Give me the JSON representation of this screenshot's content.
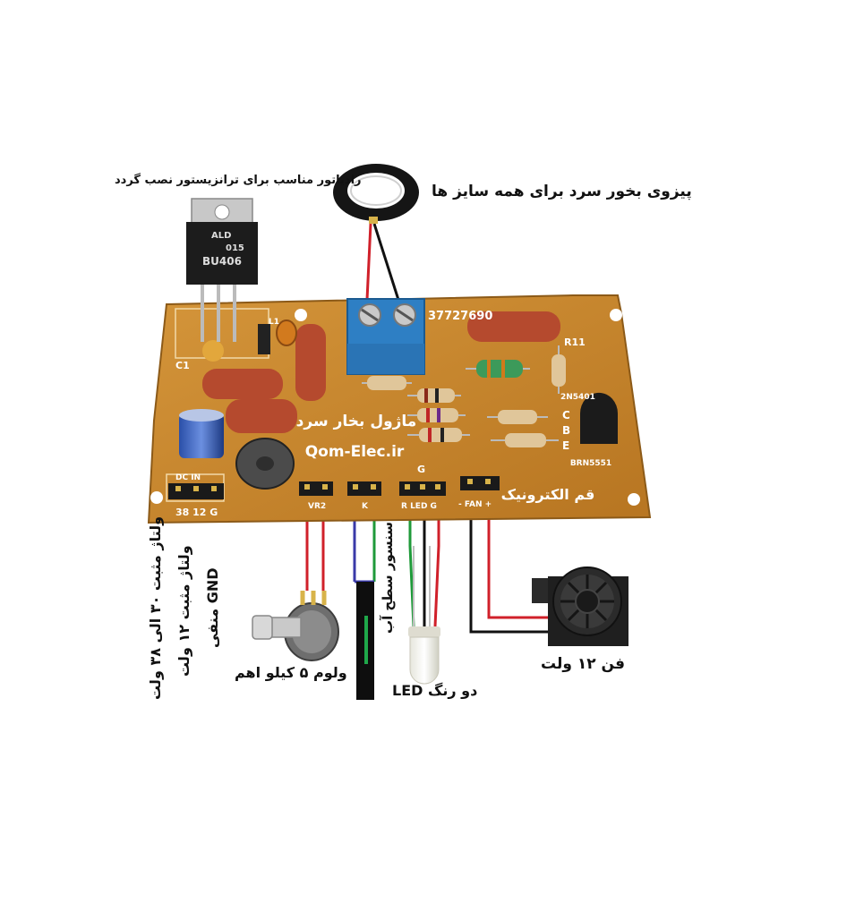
{
  "labels": {
    "heatsink_note": "رادیاتور مناسب برای ترانزیستور نصب گردد",
    "piezo": "پیزوی بخور سرد برای همه سایز ها",
    "power_plus_30_38": "ولتاژ مثبت ۳۰ الی ۳۸ ولت",
    "power_plus_12": "ولتاژ مثبت ۱۲ ولت",
    "power_gnd": "GND منفی",
    "volume": "ولوم ۵ کیلو اهم",
    "water_sensor": "سنسور سطح آب",
    "led": "دو رنگ LED",
    "fan": "فن ۱۲ ولت"
  },
  "board": {
    "phone": "37727690",
    "brand_vertical": "QOM-ELEC",
    "title_fa": "ماژول بخار سرد",
    "website": "Qom-Elec.ir",
    "brand_fa": "قم الکترونیک",
    "transistor_model": "BU406",
    "transistor_logo": "ALD",
    "transistor_code": "015",
    "diode": "2N5401",
    "bottom_transistor": "BRN5551",
    "c1": "C1",
    "r11": "R11",
    "l1": "L1",
    "dc_in": "DC IN",
    "dc_in_pins": "38 12 G",
    "vr2": "VR2",
    "k": "K",
    "g": "G",
    "led_header": "R LED G",
    "fan_header": "- FAN +",
    "cbe": [
      "C",
      "B",
      "E"
    ]
  },
  "colors": {
    "pcb": "#c9862a",
    "pcb_dark": "#a86a1c",
    "terminal_blue": "#2e7fc4",
    "resistor_red": "#b54a2e",
    "wire_red": "#d0202a",
    "wire_black": "#111111",
    "wire_blue": "#3a3aa8",
    "wire_green": "#1f9a3a"
  }
}
